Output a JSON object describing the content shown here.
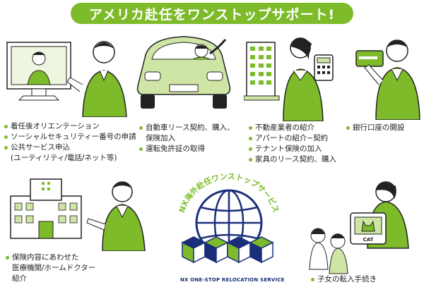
{
  "banner": {
    "title": "アメリカ赴任をワンストップサポート!"
  },
  "colors": {
    "accent": "#7dbb2a",
    "navy": "#1a2e7a",
    "green_light": "#cfe5a6"
  },
  "panels": {
    "orientation": {
      "icon": "video-call-illustration",
      "items": [
        "着任後オリエンテーション",
        "ソーシャルセキュリティー番号の申請",
        "公共サービス申込",
        "(ユーティリティ/電話/ネット等)"
      ]
    },
    "car": {
      "icon": "car-illustration",
      "items": [
        "自動車リース契約、購入、",
        "保険加入",
        "運転免許証の取得"
      ]
    },
    "housing": {
      "icon": "apartment-illustration",
      "items": [
        "不動産業者の紹介",
        "アパートの紹介~契約",
        "テナント保険の加入",
        "家具のリース契約、購入"
      ]
    },
    "bank": {
      "icon": "bank-card-illustration",
      "items": [
        "銀行口座の開設"
      ]
    },
    "medical": {
      "icon": "hospital-illustration",
      "items": [
        "保険内容にあわせた",
        "医療機関/ホームドクター",
        "紹介"
      ]
    },
    "school": {
      "icon": "school-illustration",
      "items": [
        "子女の転入手続き"
      ],
      "card_text": "CAT"
    }
  },
  "logo": {
    "arc_text": "NX海外赴任ワンストップサービス",
    "bottom_text": "NX ONE-STOP RELOCATION SERVICE"
  }
}
